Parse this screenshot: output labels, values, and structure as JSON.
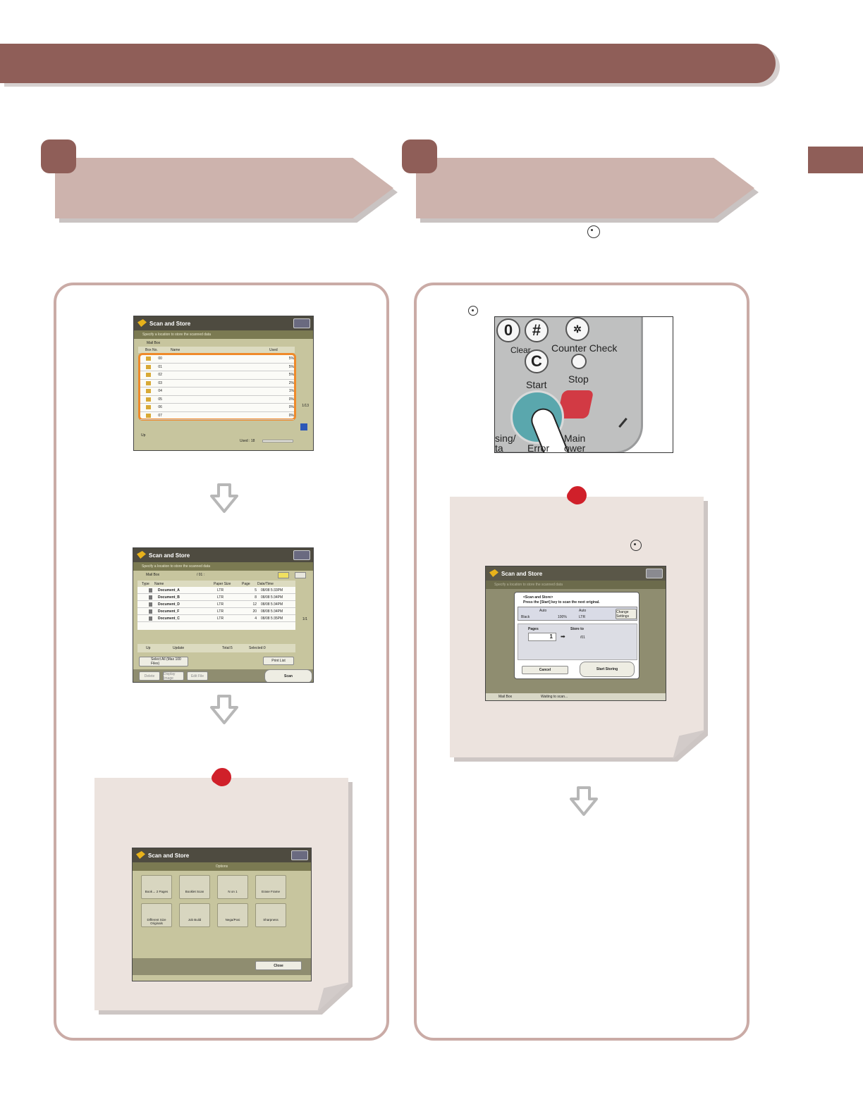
{
  "screen1": {
    "title": "Scan and Store",
    "subtitle": "Specify a location to store the scanned data",
    "location": "Mail Box",
    "col_box_no": "Box No.",
    "col_name": "Name",
    "col_used": "Used",
    "rows": [
      {
        "no": "00",
        "used": "5%"
      },
      {
        "no": "01",
        "used": "5%"
      },
      {
        "no": "02",
        "used": "5%"
      },
      {
        "no": "03",
        "used": "2%"
      },
      {
        "no": "04",
        "used": "1%"
      },
      {
        "no": "05",
        "used": "0%"
      },
      {
        "no": "06",
        "used": "0%"
      },
      {
        "no": "07",
        "used": "0%"
      }
    ],
    "page": "1/13",
    "up_label": "Up",
    "used_label": "Used : 18"
  },
  "screen2": {
    "title": "Scan and Store",
    "subtitle": "Specify a location to store the scanned data",
    "location": "Mail Box",
    "folder": "/ 01 :",
    "headers": [
      "Type",
      "Name",
      "Paper Size",
      "Page",
      "Date/Time"
    ],
    "rows": [
      {
        "name": "Document_A",
        "size": "LTR",
        "pages": "5",
        "date": "08/08 5:33PM"
      },
      {
        "name": "Document_B",
        "size": "LTR",
        "pages": "8",
        "date": "08/08 5:34PM"
      },
      {
        "name": "Document_D",
        "size": "LTR",
        "pages": "12",
        "date": "08/08 5:34PM"
      },
      {
        "name": "Document_F",
        "size": "LTR",
        "pages": "20",
        "date": "08/08 5:34PM"
      },
      {
        "name": "Document_C",
        "size": "LTR",
        "pages": "4",
        "date": "08/08 5:35PM"
      }
    ],
    "page": "1/1",
    "up_label": "Up",
    "update_label": "Update",
    "total_label": "Total:5",
    "selected_label": "Selected:0",
    "select_all": "Select All (Max 100 Files)",
    "print_list": "Print List",
    "delete": "Delete",
    "display_image": "Display Image",
    "edit_file": "Edit File",
    "scan": "Scan"
  },
  "screen3": {
    "title": "Scan and Store",
    "subtitle": "Options",
    "options": [
      "Book→ 2 Pages",
      "Booklet Scan",
      "N on 1",
      "Erase Frame",
      "Different Size Originals",
      "Job Build",
      "Nega/Posi",
      "Sharpness"
    ],
    "close": "Close"
  },
  "keypad": {
    "key0": "0",
    "key_hash": "#",
    "key_c": "C",
    "clear": "Clear",
    "counter_check": "Counter Check",
    "start": "Start",
    "stop": "Stop",
    "processing": "sing/",
    "data": "ta",
    "error": "Error",
    "main": "Main",
    "power": "ower"
  },
  "screen4": {
    "title": "Scan and Store",
    "subtitle": "Specify a location to store the scanned data",
    "dialog_line1": "<Scan and Store>",
    "dialog_line2": "Press the [Start] key to scan the next original.",
    "color_mode": "Black",
    "auto1": "Auto",
    "zoom": "100%",
    "auto2": "Auto",
    "paper": "LTR",
    "change_settings": "Change Settings",
    "pages_label": "Pages",
    "pages_value": "1",
    "store_to_label": "Store to",
    "store_to_value": "/01",
    "cancel": "Cancel",
    "start_storing": "Start Storing",
    "status_location": "Mail Box",
    "status_text": "Waiting to scan..."
  },
  "colors": {
    "brand": "#8f5e58",
    "banner": "#cdb3ad",
    "panel_border": "#caaba6",
    "highlight": "#ef8a2a"
  }
}
